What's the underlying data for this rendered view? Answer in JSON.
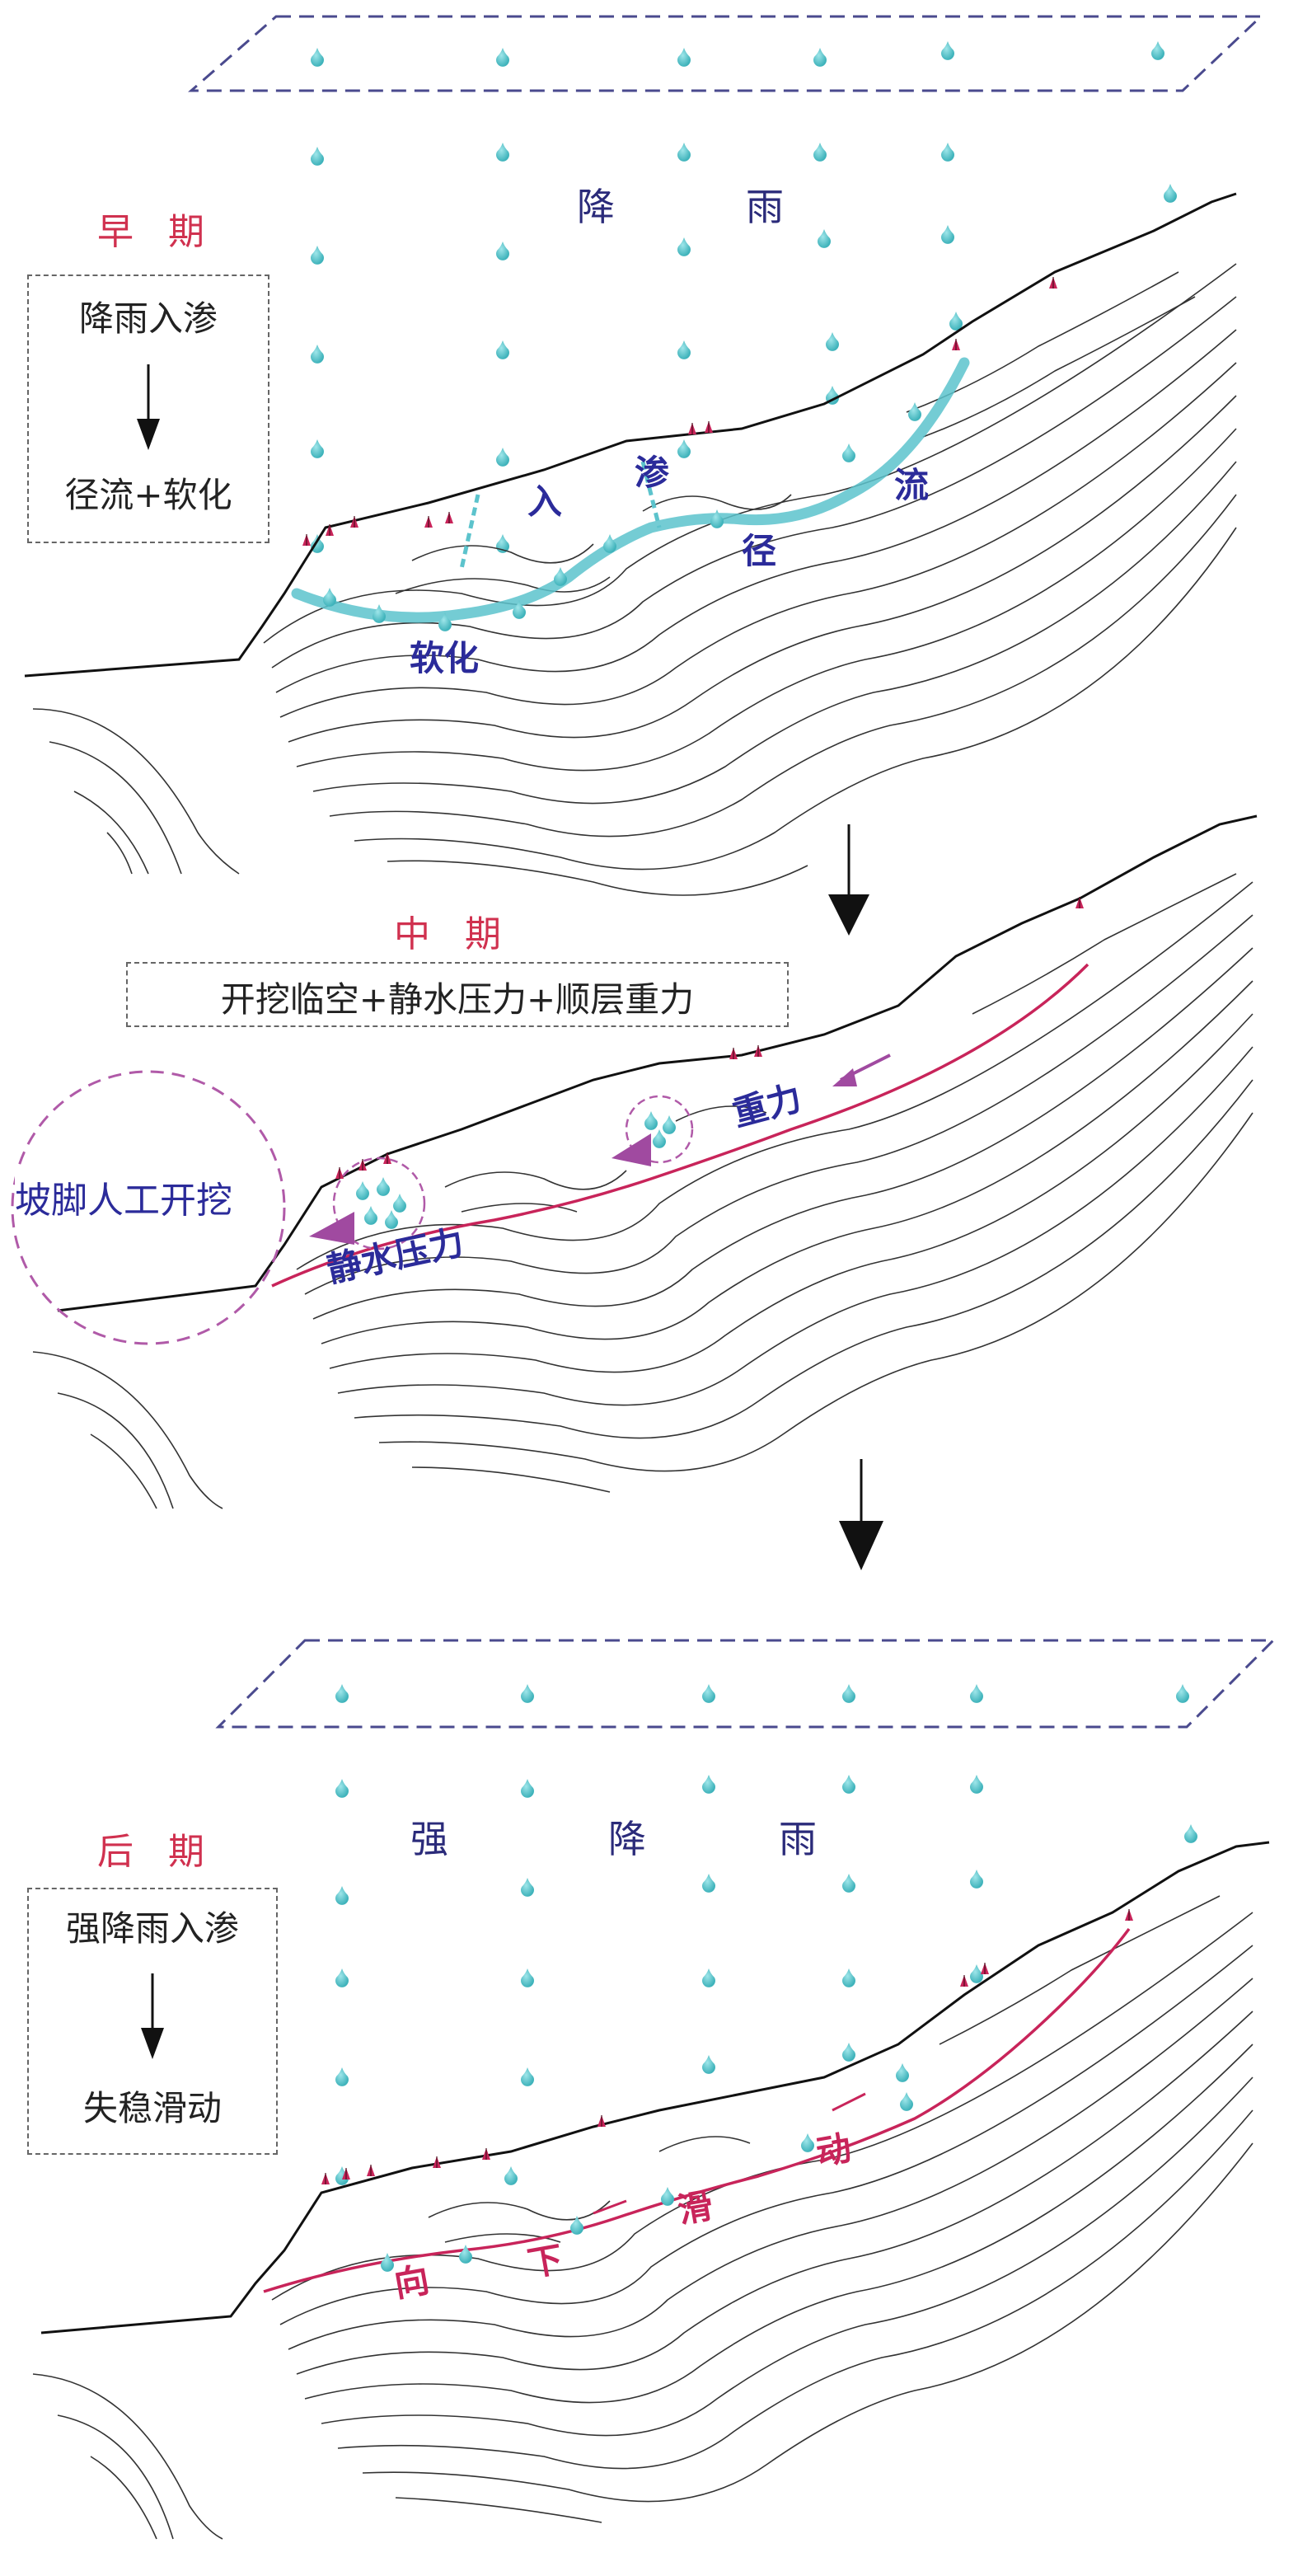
{
  "stages": {
    "early": {
      "title": "早 期",
      "rain_chars": [
        "降",
        "雨"
      ],
      "flow_top": "降雨入渗",
      "flow_bottom": "径流+软化",
      "labels": {
        "infiltration": [
          "入",
          "渗"
        ],
        "runoff": [
          "径",
          "流"
        ],
        "soften": "软化"
      }
    },
    "middle": {
      "title": "中 期",
      "mechanism": "开挖临空+静水压力+顺层重力",
      "excavation": "坡脚人工开挖",
      "hydrostatic": "静水压力",
      "gravity": "重力"
    },
    "late": {
      "title": "后 期",
      "rain_chars": [
        "强",
        "降",
        "雨"
      ],
      "flow_top": "强降雨入渗",
      "flow_bottom": "失稳滑动",
      "labels": {
        "slide": [
          "向",
          "下",
          "滑",
          "动"
        ]
      }
    }
  },
  "colors": {
    "stage_title": "#d0314f",
    "rain_plane": "#4a4a8e",
    "raindrop": "#4bbfc6",
    "water_flow": "#5cc3cc",
    "slip_surface": "#c8245a",
    "label_blue": "#2b2b9a",
    "excavation_circle": "#b05aa8",
    "marker": "#c8245a"
  },
  "icons": [
    "raindrop-icon",
    "down-arrow-icon",
    "push-arrow-icon",
    "tension-crack-icon"
  ]
}
